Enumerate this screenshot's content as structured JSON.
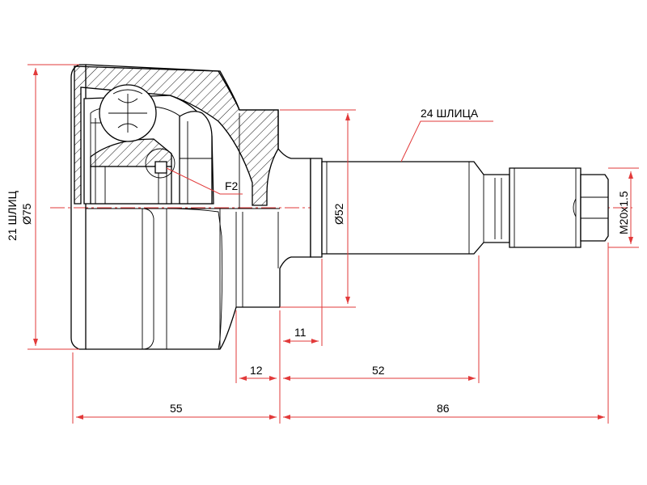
{
  "dimensions": {
    "shaft_splines_label": "24 ШЛИЦА",
    "housing_splines_label": "21 ШЛИЦ",
    "outer_diameter": "Ø75",
    "seal_diameter": "Ø52",
    "thread": "M20x1.5",
    "f2_label": "F2",
    "dim_11": "11",
    "dim_12": "12",
    "dim_52": "52",
    "dim_55": "55",
    "dim_86": "86"
  },
  "colors": {
    "dimension_lines": "#e23a3a",
    "outline": "#000000"
  }
}
